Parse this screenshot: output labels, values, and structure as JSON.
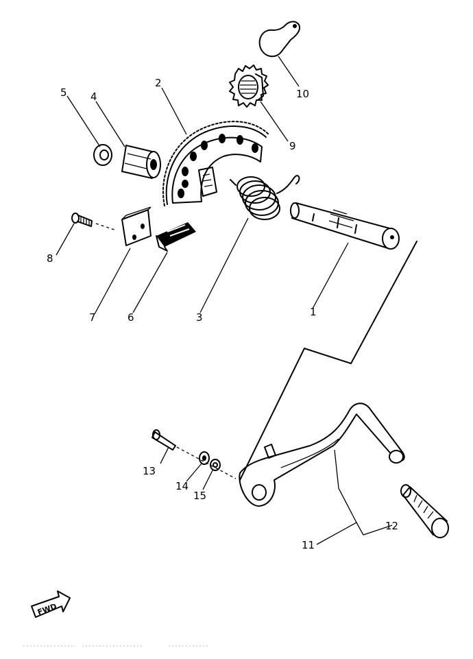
{
  "parts": [
    {
      "number": "1"
    },
    {
      "number": "2"
    },
    {
      "number": "3"
    },
    {
      "number": "4"
    },
    {
      "number": "5"
    },
    {
      "number": "6"
    },
    {
      "number": "7"
    },
    {
      "number": "8"
    },
    {
      "number": "9"
    },
    {
      "number": "10"
    },
    {
      "number": "11"
    },
    {
      "number": "12"
    },
    {
      "number": "13"
    },
    {
      "number": "14"
    },
    {
      "number": "15"
    }
  ],
  "direction_arrow": {
    "label": "FWD"
  },
  "icons": {
    "fwd": "fwd-arrow-icon"
  }
}
